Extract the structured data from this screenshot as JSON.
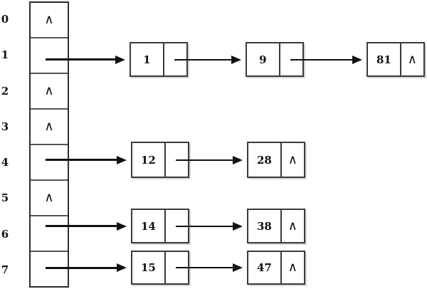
{
  "diagram": {
    "type": "hash-table-separate-chaining",
    "null_symbol": "∧",
    "colors": {
      "line": "#111111",
      "border": "#3a3a3a",
      "background": "#ffffff"
    },
    "buckets": [
      {
        "index": "0",
        "chain": []
      },
      {
        "index": "1",
        "chain": [
          "1",
          "9",
          "81"
        ]
      },
      {
        "index": "2",
        "chain": []
      },
      {
        "index": "3",
        "chain": []
      },
      {
        "index": "4",
        "chain": [
          "12",
          "28"
        ]
      },
      {
        "index": "5",
        "chain": []
      },
      {
        "index": "6",
        "chain": [
          "14",
          "38"
        ]
      },
      {
        "index": "7",
        "chain": [
          "15",
          "47"
        ]
      }
    ]
  }
}
